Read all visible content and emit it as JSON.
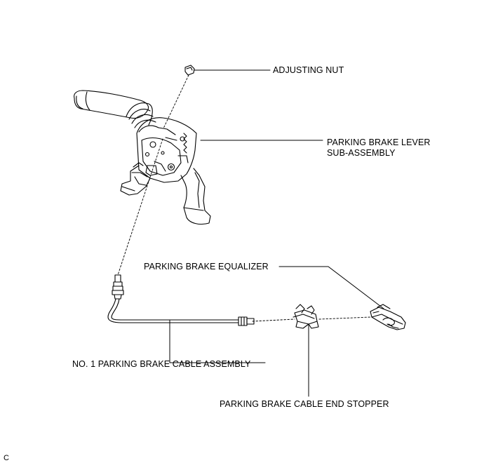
{
  "labels": {
    "adjusting_nut": "ADJUSTING NUT",
    "lever_line1": "PARKING BRAKE LEVER",
    "lever_line2": "SUB-ASSEMBLY",
    "equalizer": "PARKING BRAKE EQUALIZER",
    "cable": "NO. 1 PARKING BRAKE CABLE ASSEMBLY",
    "stopper": "PARKING BRAKE CABLE END STOPPER"
  },
  "figure_code": "C",
  "colors": {
    "line": "#000000",
    "background": "#ffffff"
  }
}
